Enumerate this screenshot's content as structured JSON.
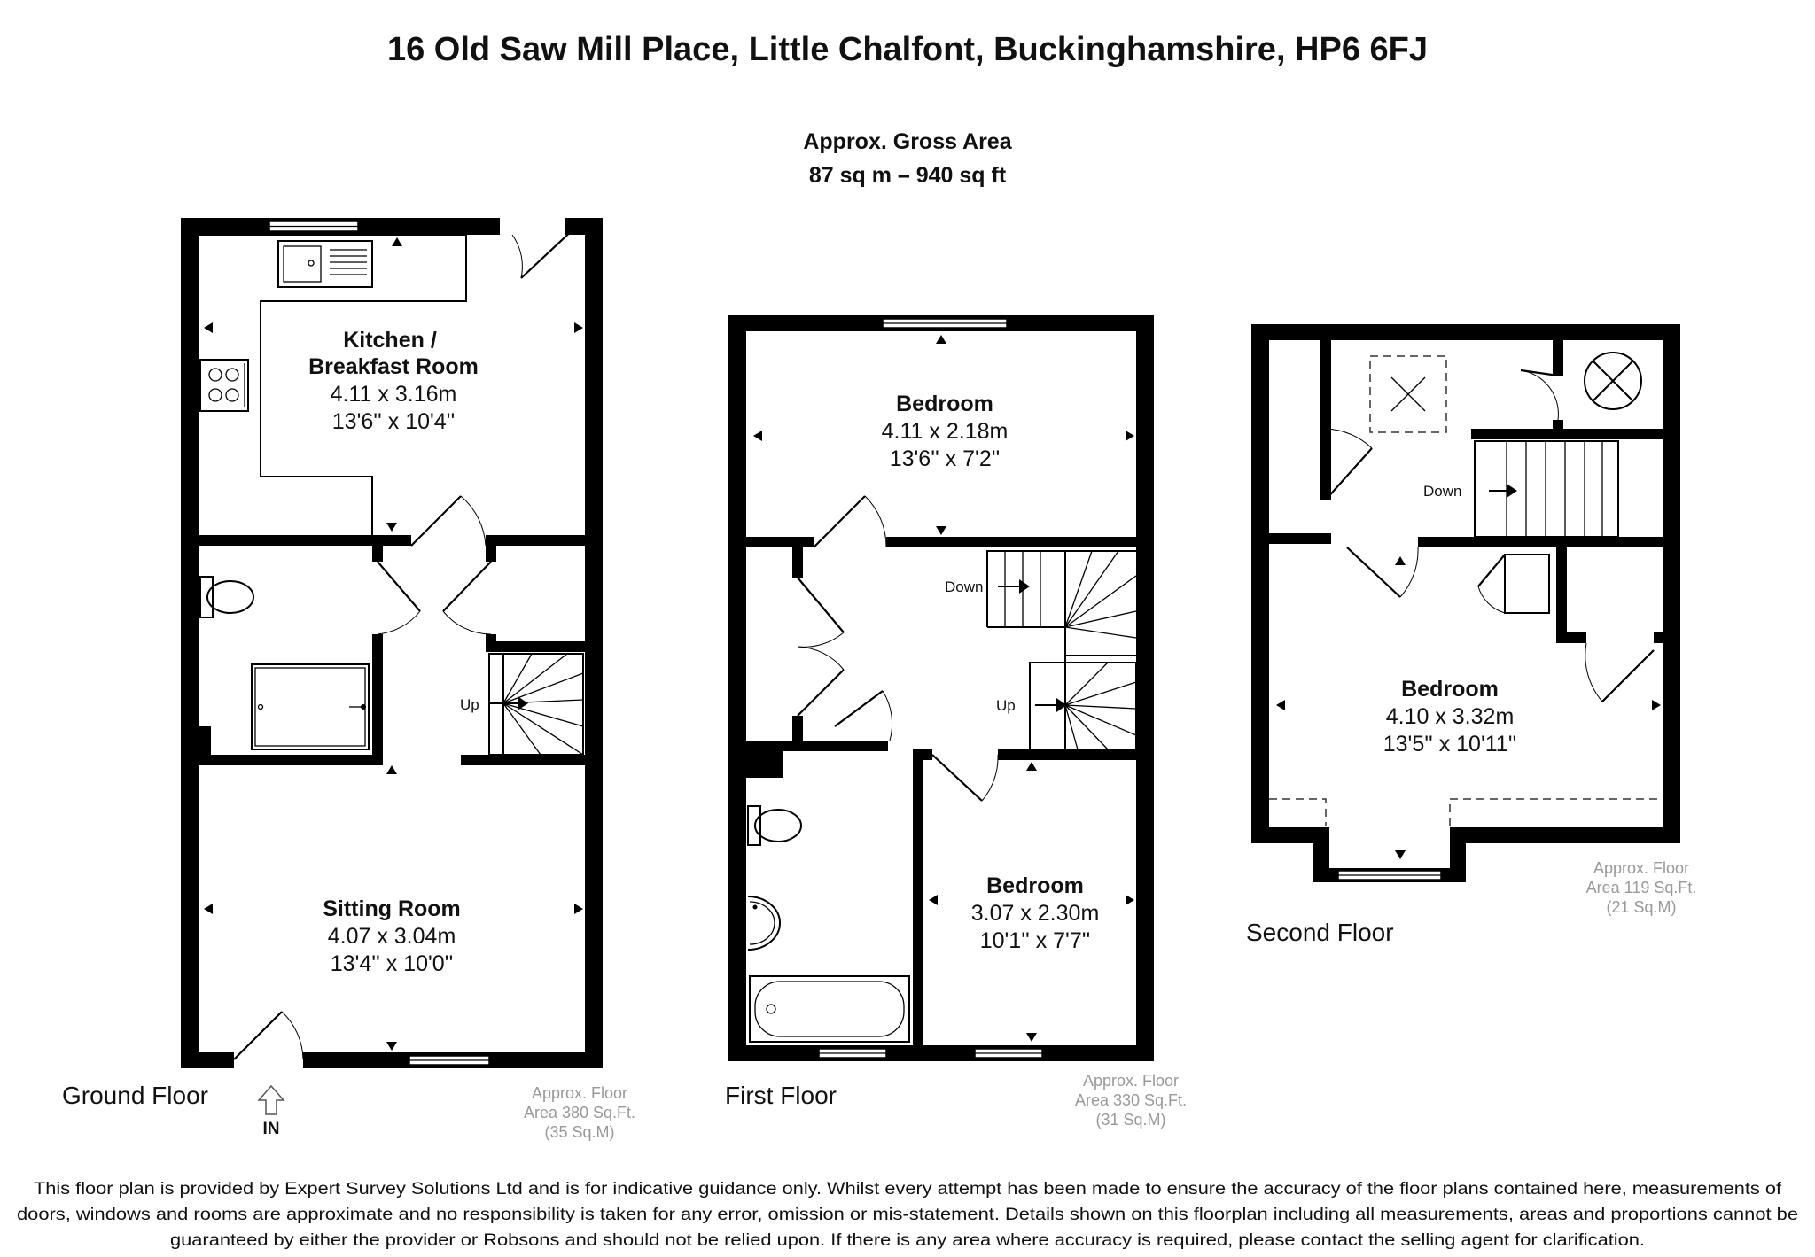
{
  "header": {
    "title": "16 Old Saw Mill Place, Little Chalfont, Buckinghamshire, HP6 6FJ",
    "gross_area_label": "Approx. Gross Area",
    "gross_area_value": "87 sq m – 940 sq ft"
  },
  "ground_floor": {
    "label": "Ground Floor",
    "entrance_label": "IN",
    "stairs_label": "Up",
    "area_line1": "Approx. Floor",
    "area_line2": "Area 380 Sq.Ft.",
    "area_line3": "(35 Sq.M)",
    "kitchen": {
      "name_line1": "Kitchen /",
      "name_line2": "Breakfast Room",
      "metric": "4.11 x 3.16m",
      "imperial": "13'6'' x 10'4''"
    },
    "sitting": {
      "name": "Sitting Room",
      "metric": "4.07 x 3.04m",
      "imperial": "13'4'' x 10'0''"
    }
  },
  "first_floor": {
    "label": "First Floor",
    "stairs_down_label": "Down",
    "stairs_up_label": "Up",
    "area_line1": "Approx. Floor",
    "area_line2": "Area 330 Sq.Ft.",
    "area_line3": "(31 Sq.M)",
    "bedroom_top": {
      "name": "Bedroom",
      "metric": "4.11 x 2.18m",
      "imperial": "13'6'' x 7'2''"
    },
    "bedroom_bottom": {
      "name": "Bedroom",
      "metric": "3.07 x 2.30m",
      "imperial": "10'1'' x 7'7''"
    }
  },
  "second_floor": {
    "label": "Second Floor",
    "stairs_label": "Down",
    "area_line1": "Approx. Floor",
    "area_line2": "Area 119 Sq.Ft.",
    "area_line3": "(21 Sq.M)",
    "bedroom": {
      "name": "Bedroom",
      "metric": "4.10 x 3.32m",
      "imperial": "13'5'' x 10'11''"
    }
  },
  "disclaimer": {
    "line1": "This floor plan is provided by Expert Survey Solutions Ltd and is for indicative guidance only. Whilst every attempt has been made to ensure the accuracy of the floor plans contained here, measurements of",
    "line2": "doors, windows and rooms are approximate and no responsibility is taken for any error, omission or mis-statement. Details shown on this floorplan including all measurements, areas and proportions cannot be",
    "line3": "guaranteed by either the provider or Robsons and should not be relied upon.  If there is any area where accuracy is required, please contact the selling agent for clarification."
  }
}
